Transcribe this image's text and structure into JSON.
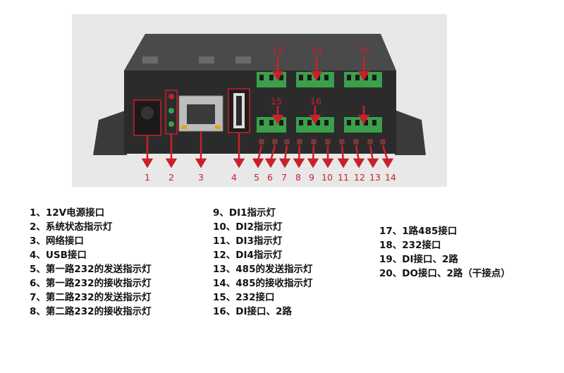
{
  "callouts": {
    "bottom": [
      "1",
      "2",
      "3",
      "4",
      "5",
      "6",
      "7",
      "8",
      "9",
      "10",
      "11",
      "12",
      "13",
      "14"
    ],
    "top": [
      "18",
      "19",
      "20"
    ],
    "inner": [
      "15",
      "16"
    ]
  },
  "legend": {
    "col_a": [
      "1、12V电源接口",
      "2、系统状态指示灯",
      "3、网络接口",
      "4、USB接口",
      "5、第一路232的发送指示灯",
      "6、第一路232的接收指示灯",
      "7、第二路232的发送指示灯",
      "8、第二路232的接收指示灯"
    ],
    "col_b": [
      "9、DI1指示灯",
      "10、DI2指示灯",
      "11、DI3指示灯",
      "12、DI4指示灯",
      "13、485的发送指示灯",
      "14、485的接收指示灯",
      "15、232接口",
      "16、DI接口、2路"
    ],
    "col_c": [
      "17、1路485接口",
      "18、232接口",
      "19、DI接口、2路",
      "20、DO接口、2路（干接点）"
    ]
  },
  "colors": {
    "callout": "#c9202a",
    "terminal": "#3aa04a",
    "chassis": "#2b2b2b"
  }
}
